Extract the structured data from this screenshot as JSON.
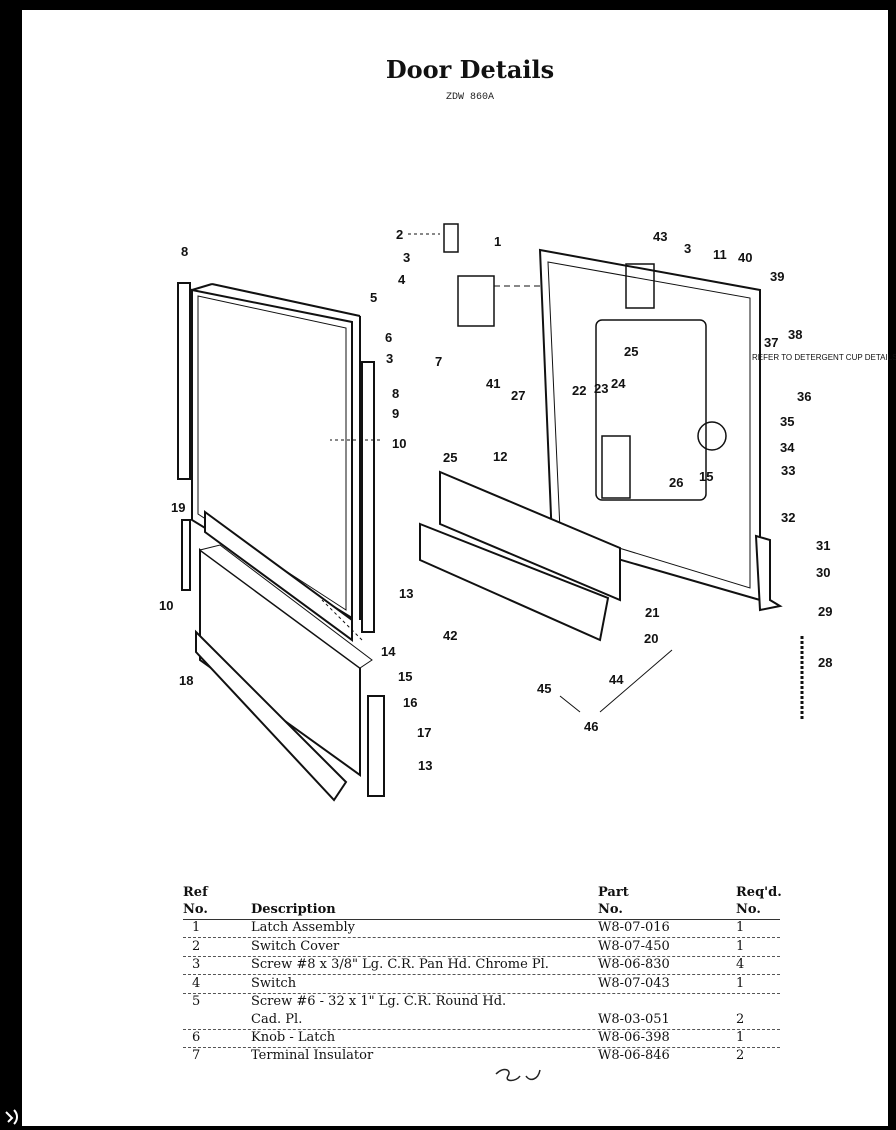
{
  "page": {
    "title": "Door Details",
    "model": "ZDW 860A"
  },
  "diagram": {
    "note": "REFER TO DETERGENT CUP DETAILS",
    "callouts": [
      "1",
      "2",
      "3",
      "3",
      "3",
      "4",
      "5",
      "6",
      "7",
      "8",
      "8",
      "9",
      "10",
      "10",
      "11",
      "12",
      "13",
      "13",
      "14",
      "15",
      "15",
      "16",
      "17",
      "18",
      "19",
      "20",
      "21",
      "22",
      "23",
      "24",
      "25",
      "25",
      "26",
      "27",
      "28",
      "29",
      "30",
      "31",
      "32",
      "33",
      "34",
      "35",
      "36",
      "37",
      "38",
      "39",
      "40",
      "41",
      "42",
      "43",
      "44",
      "45",
      "46"
    ]
  },
  "table": {
    "headers": {
      "ref_line1": "Ref",
      "ref_line2": "No.",
      "description": "Description",
      "part_line1": "Part",
      "part_line2": "No.",
      "req_line1": "Req'd.",
      "req_line2": "No."
    },
    "rows": [
      {
        "ref": "1",
        "description": "Latch Assembly",
        "part": "W8-07-016",
        "qty": "1"
      },
      {
        "ref": "2",
        "description": "Switch Cover",
        "part": "W8-07-450",
        "qty": "1"
      },
      {
        "ref": "3",
        "description": "Screw #8 x 3/8\" Lg. C.R. Pan Hd. Chrome Pl.",
        "part": "W8-06-830",
        "qty": "4"
      },
      {
        "ref": "4",
        "description": "Switch",
        "part": "W8-07-043",
        "qty": "1"
      },
      {
        "ref": "5",
        "description": "Screw #6 - 32 x 1\" Lg. C.R. Round Hd.",
        "description2": "Cad. Pl.",
        "part": "W8-03-051",
        "qty": "2"
      },
      {
        "ref": "6",
        "description": "Knob - Latch",
        "part": "W8-06-398",
        "qty": "1"
      },
      {
        "ref": "7",
        "description": "Terminal Insulator",
        "part": "W8-06-846",
        "qty": "2"
      }
    ]
  }
}
